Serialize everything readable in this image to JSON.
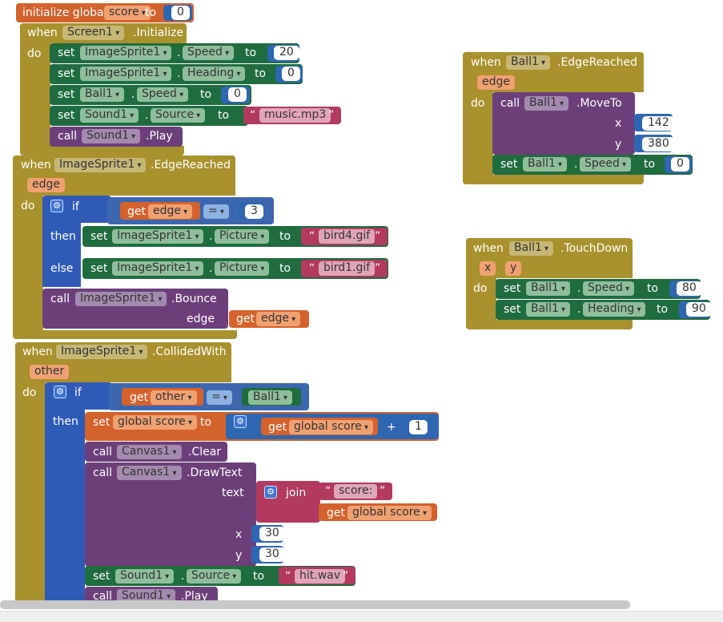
{
  "init_global": {
    "prefix": "initialize global",
    "var_name": "score",
    "to_label": "to",
    "value": "0"
  },
  "screen_init": {
    "when": "when",
    "component": "Screen1",
    "event": ".Initialize",
    "do": "do",
    "set": "set",
    "to": "to",
    "call": "call",
    "stmt1": {
      "component": "ImageSprite1",
      "prop": "Speed",
      "value": "20"
    },
    "stmt2": {
      "component": "ImageSprite1",
      "prop": "Heading",
      "value": "0"
    },
    "stmt3": {
      "component": "Ball1",
      "prop": "Speed",
      "value": "0"
    },
    "stmt4": {
      "component": "Sound1",
      "prop": "Source",
      "value": "music.mp3"
    },
    "stmt5": {
      "component": "Sound1",
      "method": ".Play"
    }
  },
  "sprite_edge": {
    "when": "when",
    "component": "ImageSprite1",
    "event": ".EdgeReached",
    "param": "edge",
    "do": "do",
    "if": "if",
    "then": "then",
    "else": "else",
    "get": "get",
    "cond_var": "edge",
    "op": "=",
    "cond_value": "3",
    "set": "set",
    "to": "to",
    "then_component": "ImageSprite1",
    "then_prop": "Picture",
    "then_value": "bird4.gif",
    "else_component": "ImageSprite1",
    "else_prop": "Picture",
    "else_value": "bird1.gif",
    "call": "call",
    "bounce_component": "ImageSprite1",
    "bounce_method": ".Bounce",
    "bounce_arg": "edge",
    "bounce_get_var": "edge"
  },
  "collided": {
    "when": "when",
    "component": "ImageSprite1",
    "event": ".CollidedWith",
    "param": "other",
    "do": "do",
    "if": "if",
    "then": "then",
    "get": "get",
    "cond_var": "other",
    "op": "=",
    "cond_component": "Ball1",
    "set": "set",
    "set_var": "global score",
    "to": "to",
    "add_get_var": "global score",
    "plus": "+",
    "add_value": "1",
    "call": "call",
    "clear_component": "Canvas1",
    "clear_method": ".Clear",
    "draw_component": "Canvas1",
    "draw_method": ".DrawText",
    "arg_text": "text",
    "join": "join",
    "join_str": "score: ",
    "join_get_var": "global score",
    "arg_x": "x",
    "x_value": "30",
    "arg_y": "y",
    "y_value": "30",
    "sound_component": "Sound1",
    "sound_prop": "Source",
    "sound_value": "hit.wav",
    "play_component": "Sound1",
    "play_method": ".Play"
  },
  "ball_edge": {
    "when": "when",
    "component": "Ball1",
    "event": ".EdgeReached",
    "param": "edge",
    "do": "do",
    "call": "call",
    "move_component": "Ball1",
    "move_method": ".MoveTo",
    "arg_x": "x",
    "x_value": "142",
    "arg_y": "y",
    "y_value": "380",
    "set": "set",
    "to": "to",
    "set_component": "Ball1",
    "set_prop": "Speed",
    "set_value": "0"
  },
  "ball_touch": {
    "when": "when",
    "component": "Ball1",
    "event": ".TouchDown",
    "param_x": "x",
    "param_y": "y",
    "do": "do",
    "set": "set",
    "to": "to",
    "stmt1": {
      "component": "Ball1",
      "prop": "Speed",
      "value": "80"
    },
    "stmt2": {
      "component": "Ball1",
      "prop": "Heading",
      "value": "90"
    }
  },
  "quote": "“",
  "quote_close": "”"
}
